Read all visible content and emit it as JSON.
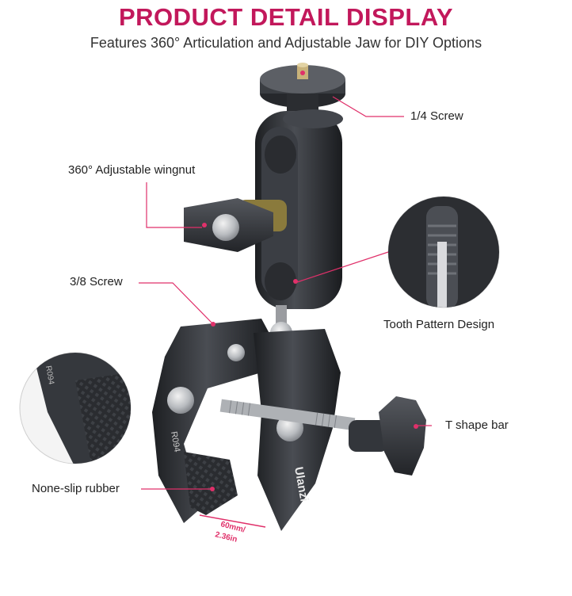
{
  "header": {
    "title": "PRODUCT DETAIL DISPLAY",
    "subtitle": "Features 360° Articulation and Adjustable Jaw for DIY Options"
  },
  "callouts": {
    "screw_quarter": "1/4 Screw",
    "wingnut": "360° Adjustable wingnut",
    "screw_three_eighths": "3/8 Screw",
    "tooth_pattern": "Tooth Pattern Design",
    "t_bar": "T shape bar",
    "rubber": "None-slip rubber"
  },
  "product": {
    "brand": "Ulanzi",
    "model": "R094",
    "dimension": "60mm/ 2.36in"
  },
  "colors": {
    "title": "#c2185b",
    "accent": "#e0306a",
    "metal": "#2f3136"
  }
}
